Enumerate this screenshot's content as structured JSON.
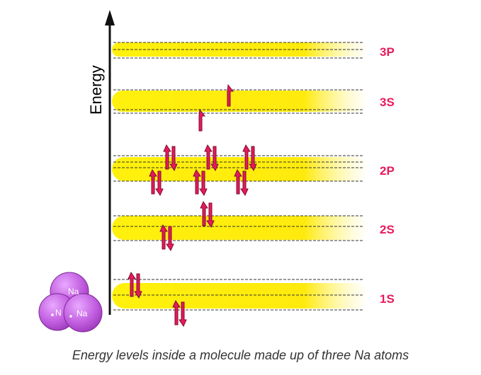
{
  "axis": {
    "label": "Energy"
  },
  "bands": [
    {
      "label": "3P"
    },
    {
      "label": "3S"
    },
    {
      "label": "2P"
    },
    {
      "label": "2S"
    },
    {
      "label": "1S"
    }
  ],
  "atoms": [
    {
      "label": "Na"
    },
    {
      "label": "N"
    },
    {
      "label": "Na"
    }
  ],
  "caption": "Energy levels inside a molecule made up of three Na atoms",
  "colors": {
    "band": "#ffe800",
    "label": "#e8195a",
    "arrow": "#e8195a",
    "atom": "#b84fd6"
  }
}
